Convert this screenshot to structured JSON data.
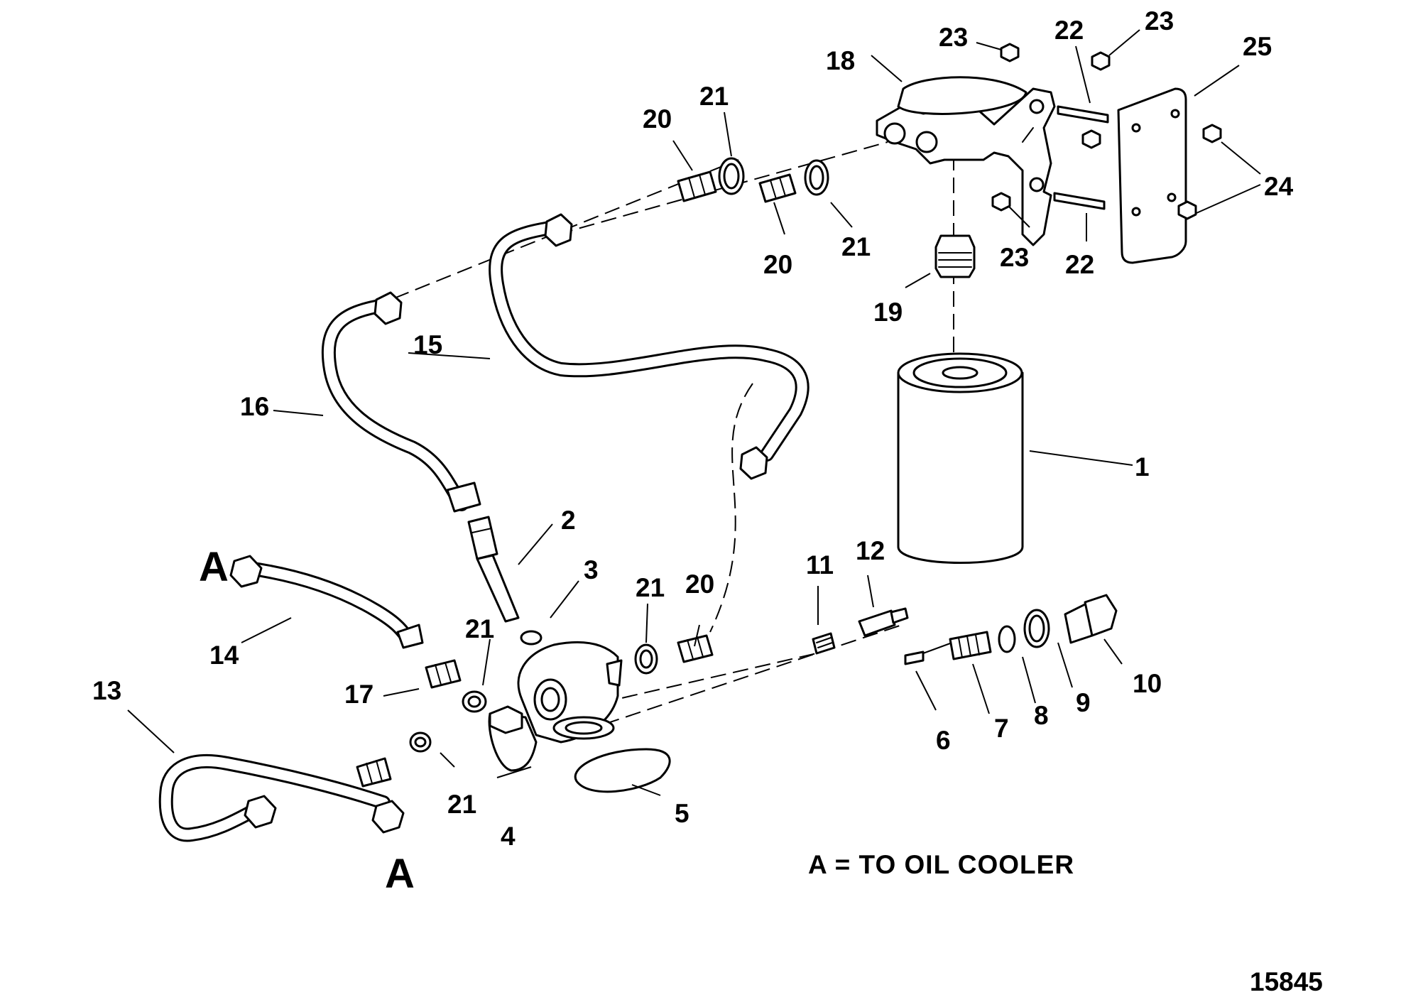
{
  "labels": {
    "l1": "1",
    "l2": "2",
    "l3": "3",
    "l4": "4",
    "l5": "5",
    "l6": "6",
    "l7": "7",
    "l8": "8",
    "l9": "9",
    "l10": "10",
    "l11": "11",
    "l12": "12",
    "l13": "13",
    "l14": "14",
    "l15": "15",
    "l16": "16",
    "l17": "17",
    "l18": "18",
    "l19": "19",
    "l20a": "20",
    "l20b": "20",
    "l20c": "20",
    "l21a": "21",
    "l21b": "21",
    "l21c": "21",
    "l21d": "21",
    "l21e": "21",
    "l22a": "22",
    "l22b": "22",
    "l23a": "23",
    "l23b": "23",
    "l23c": "23",
    "l24": "24",
    "l25": "25"
  },
  "connection_marker": "A",
  "connection_marker_2": "A",
  "legend_note": "A = TO OIL COOLER",
  "figure_number": "15845"
}
